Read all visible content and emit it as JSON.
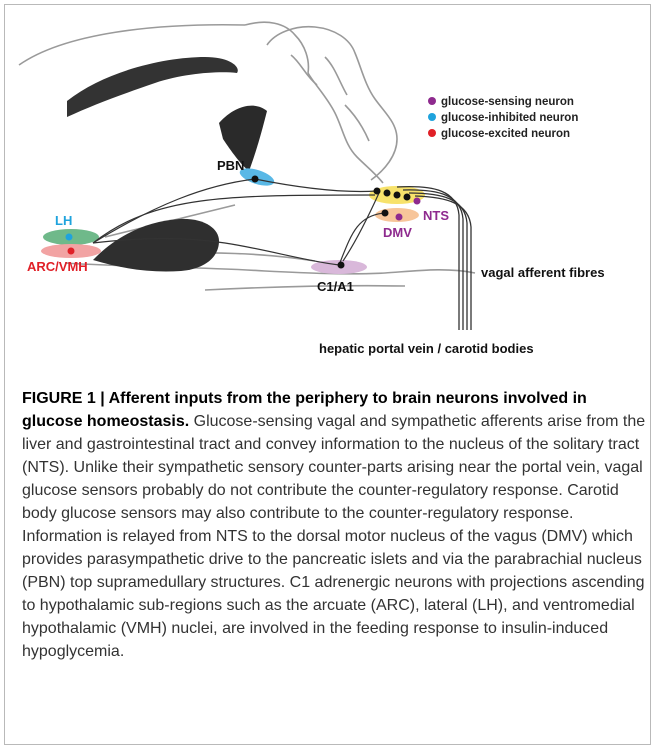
{
  "labels": {
    "pbn": "PBN",
    "lh": "LH",
    "arc_vmh": "ARC/VMH",
    "nts": "NTS",
    "dmv": "DMV",
    "c1a1": "C1/A1",
    "vagal": "vagal afferent fibres",
    "portal": "hepatic portal vein / carotid bodies"
  },
  "legend": [
    {
      "label": "glucose-sensing neuron",
      "color": "#8e2a8e"
    },
    {
      "label": "glucose-inhibited neuron",
      "color": "#1fa3dd"
    },
    {
      "label": "glucose-excited neuron",
      "color": "#e02027"
    }
  ],
  "colors": {
    "lh_blob": "#6fb98a",
    "arc_blob": "#f2a3a3",
    "pbn_blob": "#59b8e6",
    "nts_blob": "#f7e26b",
    "dmv_blob": "#f7c59a",
    "c1_blob": "#d9b8da",
    "lh_text": "#1fa3dd",
    "arc_text": "#e02027",
    "nts_text": "#8e2a8e"
  },
  "caption": {
    "title": "FIGURE 1 | Afferent inputs from the periphery to brain neurons involved in glucose homeostasis.",
    "body": " Glucose-sensing vagal and sympathetic afferents arise from the liver and gastrointestinal tract and convey information to the nucleus of the solitary tract (NTS). Unlike their sympathetic sensory counter-parts arising near the portal vein, vagal glucose sensors probably do not contribute the counter-regulatory response. Carotid body glucose sensors may also contribute to the counter-regulatory response. Information is relayed from NTS to the dorsal motor nucleus of the vagus (DMV) which provides parasympathetic drive to the pancreatic islets and via the parabrachial nucleus (PBN) top supramedullary structures. C1 adrenergic neurons with projections ascending to hypothalamic sub-regions such as the arcuate (ARC), lateral (LH), and ventromedial hypothalamic (VMH) nuclei, are involved in the feeding response to insulin-induced hypoglycemia."
  }
}
